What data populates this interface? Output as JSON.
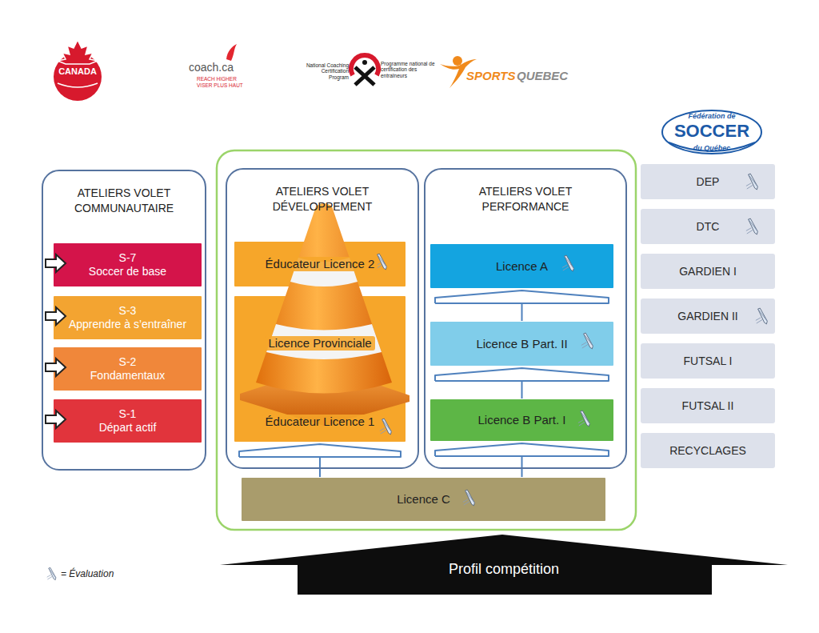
{
  "diagram": {
    "nodes": [
      {
        "text": [
          "ATELIERS VOLET COMMUNAUTAIRE"
        ]
      },
      {
        "text": [
          "S-7",
          "Soccer de base"
        ],
        "in": 0
      },
      {
        "text": [
          "S-3",
          "Apprendre à s’entraîner"
        ],
        "in": 0
      },
      {
        "text": [
          "S-2",
          "Fondamentaux"
        ],
        "in": 0
      },
      {
        "text": [
          "S-1",
          "Départ actif"
        ],
        "in": 0
      },
      {
        "text": [
          "ATELIERS VOLET DÉVELOPPEMENT"
        ]
      },
      {
        "text": [
          "Éducateur Licence 2"
        ],
        "in": 5
      },
      {
        "text": [
          "Licence Provinciale",
          "Éducateur Licence 1"
        ],
        "in": 5
      },
      {
        "text": [
          "ATELIERS VOLET PERFORMANCE"
        ]
      },
      {
        "text": [
          "Licence A"
        ],
        "in": 8
      },
      {
        "text": [
          "Licence B Part. II"
        ],
        "in": 8
      },
      {
        "text": [
          "Licence B Part. I"
        ],
        "in": 8
      },
      {
        "text": [
          "Licence C"
        ]
      },
      {
        "text": [
          "Profil compétition"
        ]
      },
      {
        "text": [
          "DEP"
        ]
      },
      {
        "text": [
          "DTC"
        ]
      },
      {
        "text": [
          "GARDIEN I"
        ]
      },
      {
        "text": [
          "GARDIEN II"
        ]
      },
      {
        "text": [
          "FUTSAL I"
        ]
      },
      {
        "text": [
          "FUTSAL II"
        ]
      },
      {
        "text": [
          "RECYCLAGES"
        ]
      }
    ],
    "edges": [
      {
        "from": 12,
        "to": 7,
        "arrow": "to"
      },
      {
        "from": 12,
        "to": 11,
        "arrow": "to"
      },
      {
        "from": 11,
        "to": 10,
        "arrow": "to"
      },
      {
        "from": 10,
        "to": 9,
        "arrow": "to"
      }
    ],
    "labels": [
      "CANADA",
      "coach.ca",
      "REACH HIGHER",
      "VISER PLUS HAUT",
      "National Coaching Certification Program",
      "Programme national de certification des entraîneurs",
      "SPORTS",
      "QUEBEC",
      "Fédération de",
      "SOCCER",
      "du Québec"
    ],
    "legend": [
      {
        "text": "= Évaluation"
      }
    ]
  }
}
